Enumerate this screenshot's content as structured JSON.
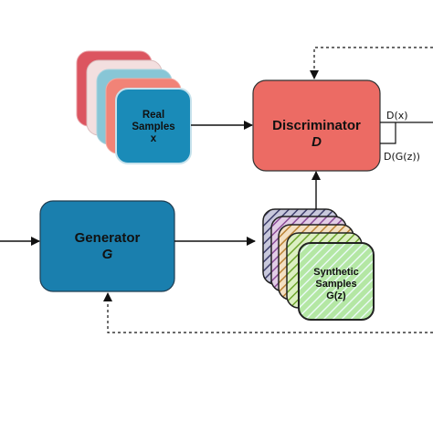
{
  "real_samples": {
    "line1": "Real",
    "line2": "Samples",
    "symbol": "x"
  },
  "discriminator": {
    "title": "Discriminator",
    "symbol": "D"
  },
  "generator": {
    "title": "Generator",
    "symbol": "G"
  },
  "synthetic_samples": {
    "line1": "Synthetic",
    "line2": "Samples",
    "symbol": "G(z)"
  },
  "outputs": {
    "real_output": "D(x)",
    "fake_output": "D(G(z))"
  },
  "colors": {
    "discriminator_fill": "#ec6b64",
    "generator_fill": "#1a7fae",
    "real_front_fill": "#1a8bb8",
    "real_stack": [
      "#dc5560",
      "#f3dfdf",
      "#88c6d6",
      "#f18377"
    ],
    "hatch_colors": [
      "#5a5a8c",
      "#9c5da6",
      "#d9a35a",
      "#95c94a",
      "#8fd3cc"
    ]
  },
  "icons": {
    "arrow": "arrow-head",
    "feedback": "dashed-feedback-line"
  }
}
